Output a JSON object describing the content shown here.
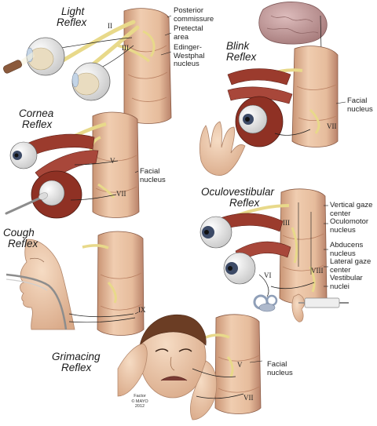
{
  "panels": {
    "light": {
      "title_line1": "Light",
      "title_line2": "Reflex",
      "labels": [
        "Posterior",
        "commissure",
        "Pretectal",
        "area",
        "Edinger-",
        "Westphal",
        "nucleus"
      ],
      "nerves": [
        "II",
        "III"
      ]
    },
    "blink": {
      "title_line1": "Blink",
      "title_line2": "Reflex",
      "labels": [
        "Facial",
        "nucleus"
      ],
      "nerves": [
        "VII"
      ]
    },
    "cornea": {
      "title_line1": "Cornea",
      "title_line2": "Reflex",
      "labels": [
        "Facial",
        "nucleus"
      ],
      "nerves": [
        "V",
        "VII"
      ]
    },
    "oculovestibular": {
      "title_line1": "Oculovestibular",
      "title_line2": "Reflex",
      "labels": [
        "Vertical gaze",
        "center",
        "Oculomotor",
        "nucleus",
        "Abducens",
        "nucleus",
        "Lateral gaze",
        "center",
        "Vestibular",
        "nuclei"
      ],
      "nerves": [
        "III",
        "VI",
        "VIII"
      ]
    },
    "cough": {
      "title_line1": "Cough",
      "title_line2": "Reflex",
      "nerves": [
        "IX"
      ]
    },
    "grimacing": {
      "title_line1": "Grimacing",
      "title_line2": "Reflex",
      "labels": [
        "Facial",
        "nucleus"
      ],
      "nerves": [
        "V",
        "VII"
      ]
    }
  },
  "credit": [
    "Factor",
    "© MAYO",
    "2012"
  ],
  "colors": {
    "brainstem": "#e8c3a5",
    "brainstem_shade": "#c99878",
    "nerve": "#e8d98a",
    "muscle": "#9b3b2d",
    "eye_white": "#f2f2f2",
    "iris": "#3c4a66",
    "skin": "#efcdb0",
    "brain": "#c9a3a3",
    "line": "#1a1a1a"
  }
}
